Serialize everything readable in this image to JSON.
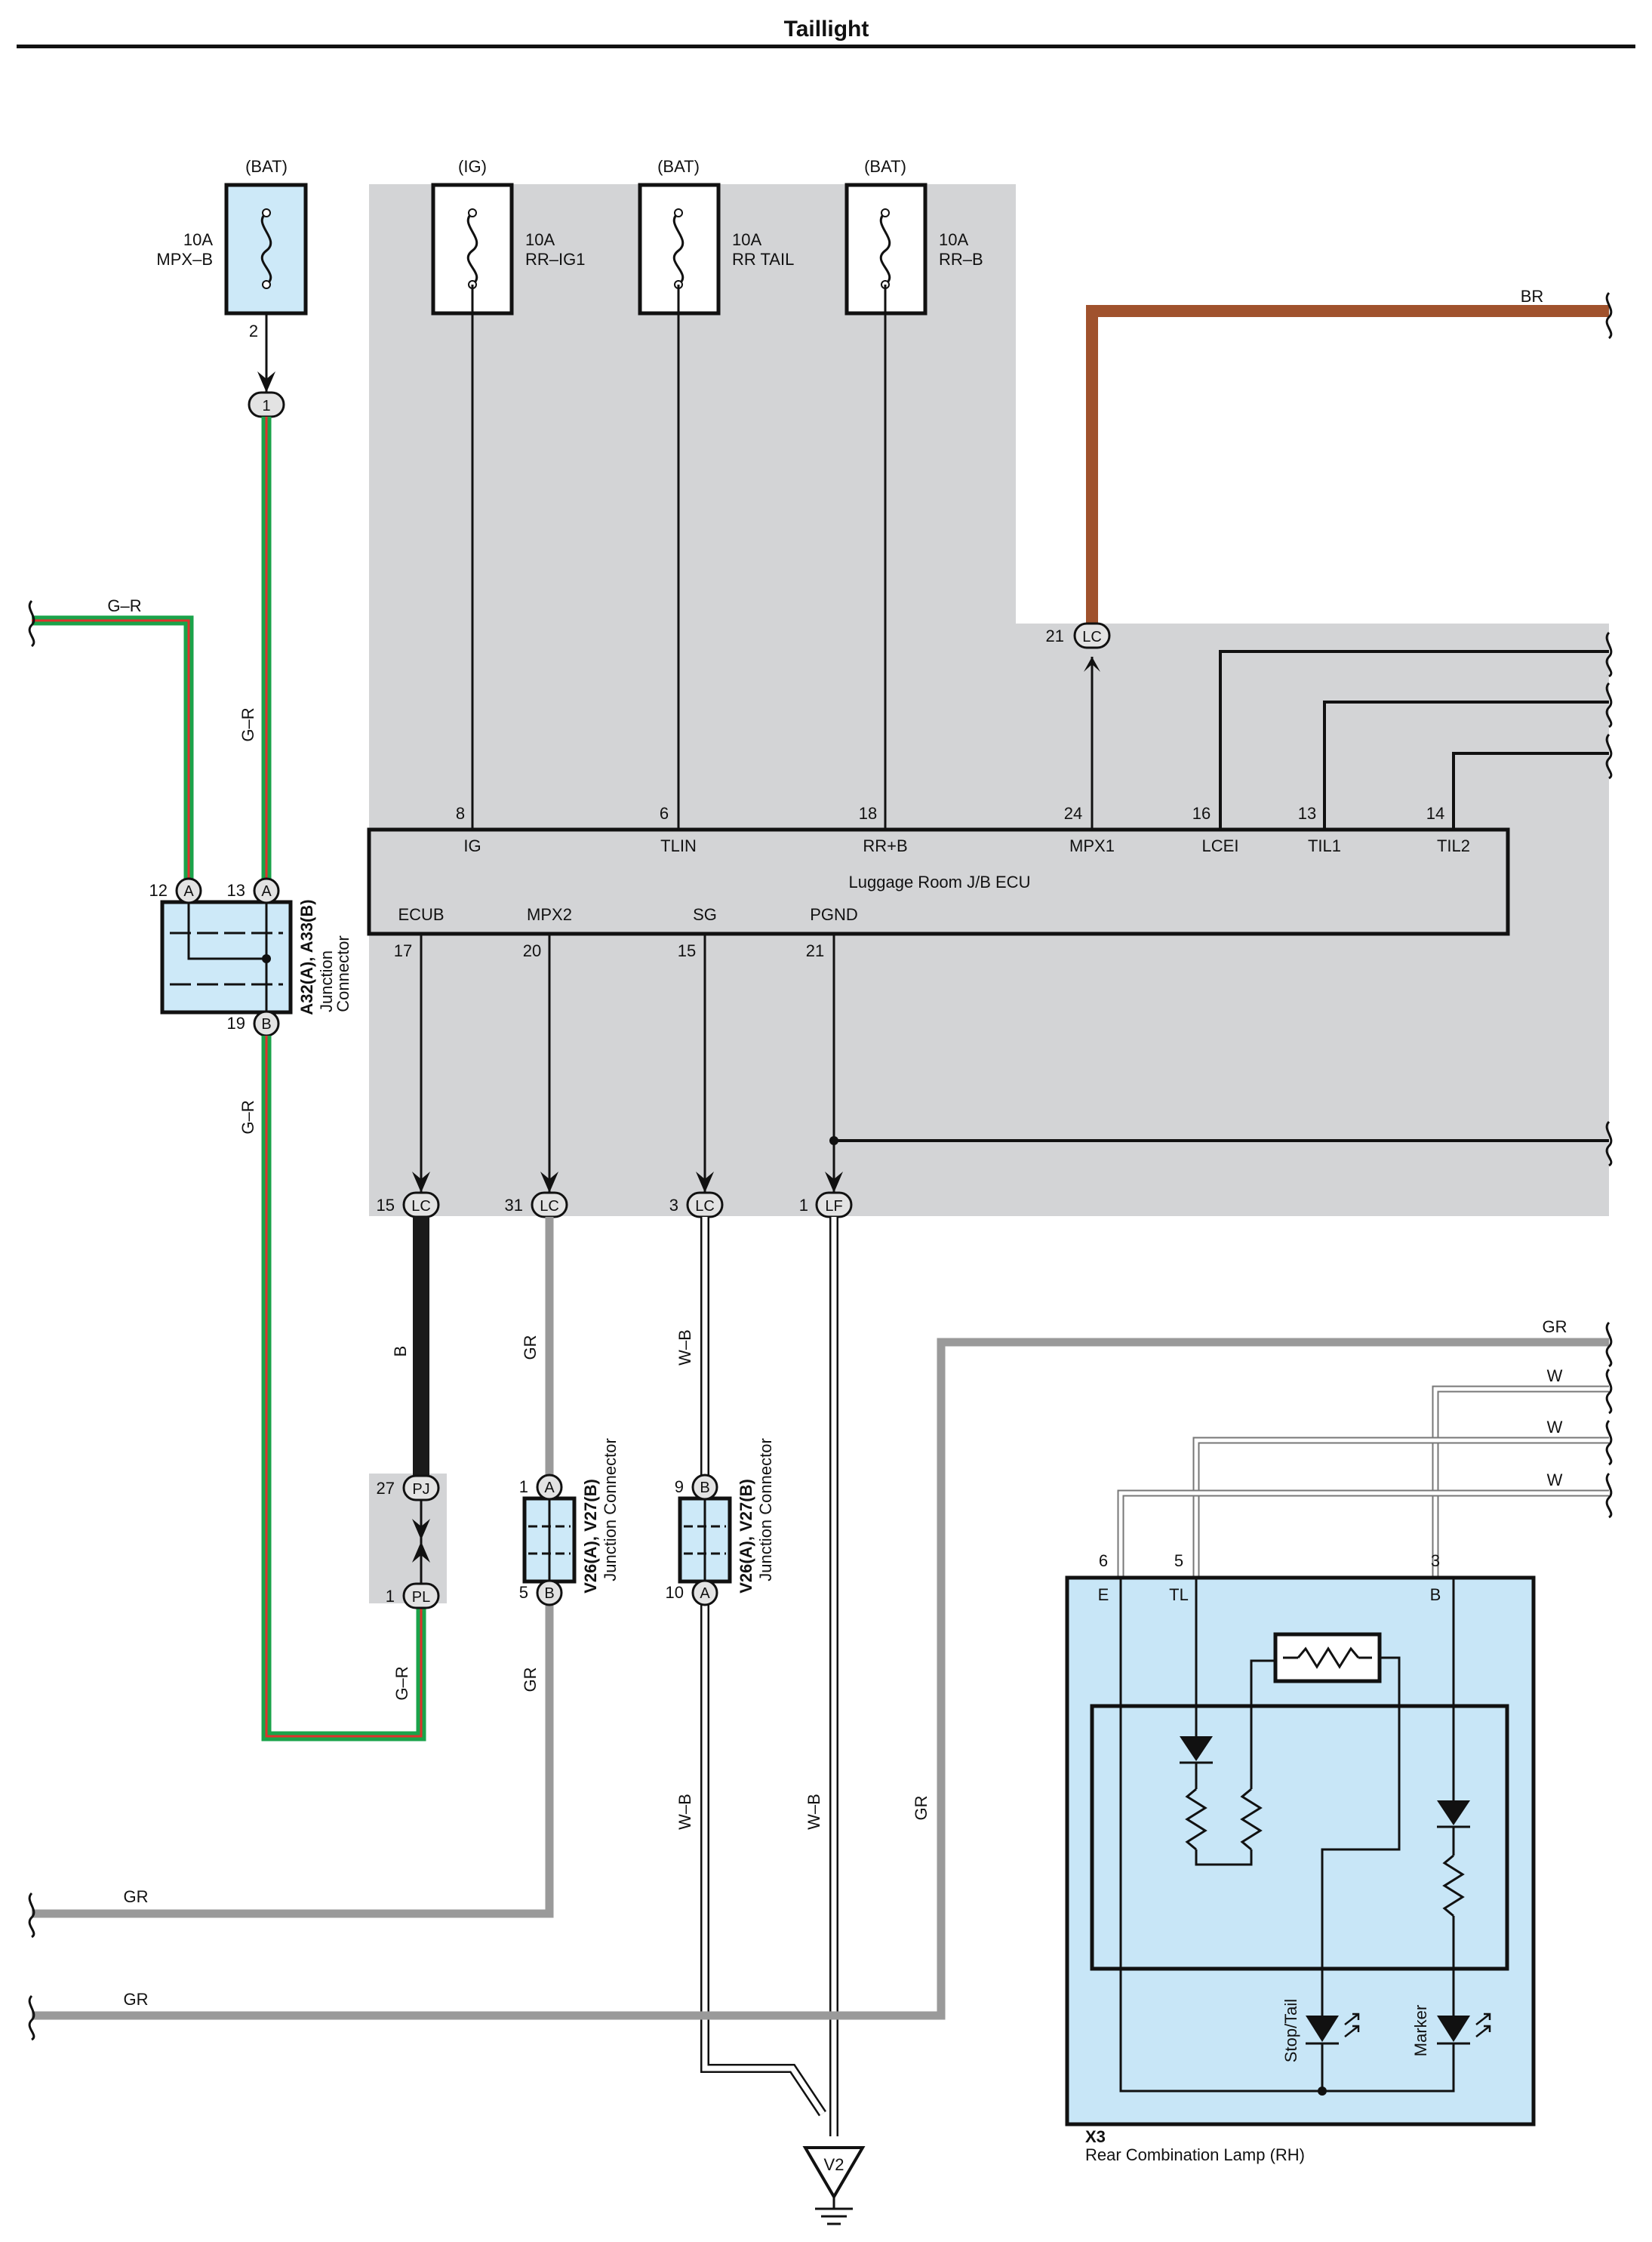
{
  "title": "Taillight",
  "fuses": [
    {
      "source": "(BAT)",
      "rating": "10A",
      "name": "MPX–B",
      "pin": "2"
    },
    {
      "source": "(IG)",
      "rating": "10A",
      "name": "RR–IG1"
    },
    {
      "source": "(BAT)",
      "rating": "10A",
      "name": "RR TAIL"
    },
    {
      "source": "(BAT)",
      "rating": "10A",
      "name": "RR–B"
    }
  ],
  "ecu": {
    "name": "Luggage Room J/B ECU",
    "top_pins": [
      {
        "num": "8",
        "label": "IG"
      },
      {
        "num": "6",
        "label": "TLIN"
      },
      {
        "num": "18",
        "label": "RR+B"
      },
      {
        "num": "24",
        "label": "MPX1"
      },
      {
        "num": "16",
        "label": "LCEI"
      },
      {
        "num": "13",
        "label": "TIL1"
      },
      {
        "num": "14",
        "label": "TIL2"
      }
    ],
    "bottom_pins": [
      {
        "num": "17",
        "label": "ECUB"
      },
      {
        "num": "20",
        "label": "MPX2"
      },
      {
        "num": "15",
        "label": "SG"
      },
      {
        "num": "21",
        "label": "PGND"
      }
    ]
  },
  "connectors": {
    "c1": {
      "code": "1"
    },
    "lc21": {
      "pin": "21",
      "code": "LC"
    },
    "lc15": {
      "pin": "15",
      "code": "LC"
    },
    "lc31": {
      "pin": "31",
      "code": "LC"
    },
    "lc3": {
      "pin": "3",
      "code": "LC"
    },
    "lf1": {
      "pin": "1",
      "code": "LF"
    },
    "pj27": {
      "pin": "27",
      "code": "PJ"
    },
    "pl1": {
      "pin": "1",
      "code": "PL"
    }
  },
  "junction_a32": {
    "name": "A32(A), A33(B)",
    "caption": "Junction",
    "caption2": "Connector",
    "pins": [
      {
        "num": "12",
        "code": "A"
      },
      {
        "num": "13",
        "code": "A"
      },
      {
        "num": "19",
        "code": "B"
      }
    ]
  },
  "junction_v26_left": {
    "name": "V26(A), V27(B)",
    "caption": "Junction Connector",
    "pins": [
      {
        "num": "1",
        "code": "A"
      },
      {
        "num": "5",
        "code": "B"
      }
    ]
  },
  "junction_v26_right": {
    "name": "V26(A), V27(B)",
    "caption": "Junction Connector",
    "pins": [
      {
        "num": "9",
        "code": "B"
      },
      {
        "num": "10",
        "code": "A"
      }
    ]
  },
  "wires": {
    "br": "BR",
    "gr_left_top": "G–R",
    "gr_vert1": "G–R",
    "gr_vert2": "G–R",
    "gr_vert3": "G–R",
    "b": "B",
    "gr_a": "GR",
    "gr_b": "GR",
    "wb_a": "W–B",
    "wb_b": "W–B",
    "wb_c": "W–B",
    "gr_c": "GR",
    "gr_bottom1": "GR",
    "gr_bottom2": "GR",
    "gr_right": "GR",
    "w1": "W",
    "w2": "W",
    "w3": "W"
  },
  "ground": {
    "code": "V2"
  },
  "lamp": {
    "code": "X3",
    "name": "Rear Combination Lamp (RH)",
    "pins": [
      {
        "num": "6",
        "label": "E"
      },
      {
        "num": "5",
        "label": "TL"
      },
      {
        "num": "3",
        "label": "B"
      }
    ],
    "leds": [
      "Stop/Tail",
      "Marker"
    ]
  },
  "colors": {
    "shade": "#d3d4d6",
    "fuse_fill": "#cde9f8",
    "lamp_fill": "#c8e6f7",
    "brown": "#a0522d",
    "green": "#1aa34a",
    "red": "#e0312c",
    "gray_wire": "#9a9a9a",
    "black": "#1a1a1a"
  }
}
